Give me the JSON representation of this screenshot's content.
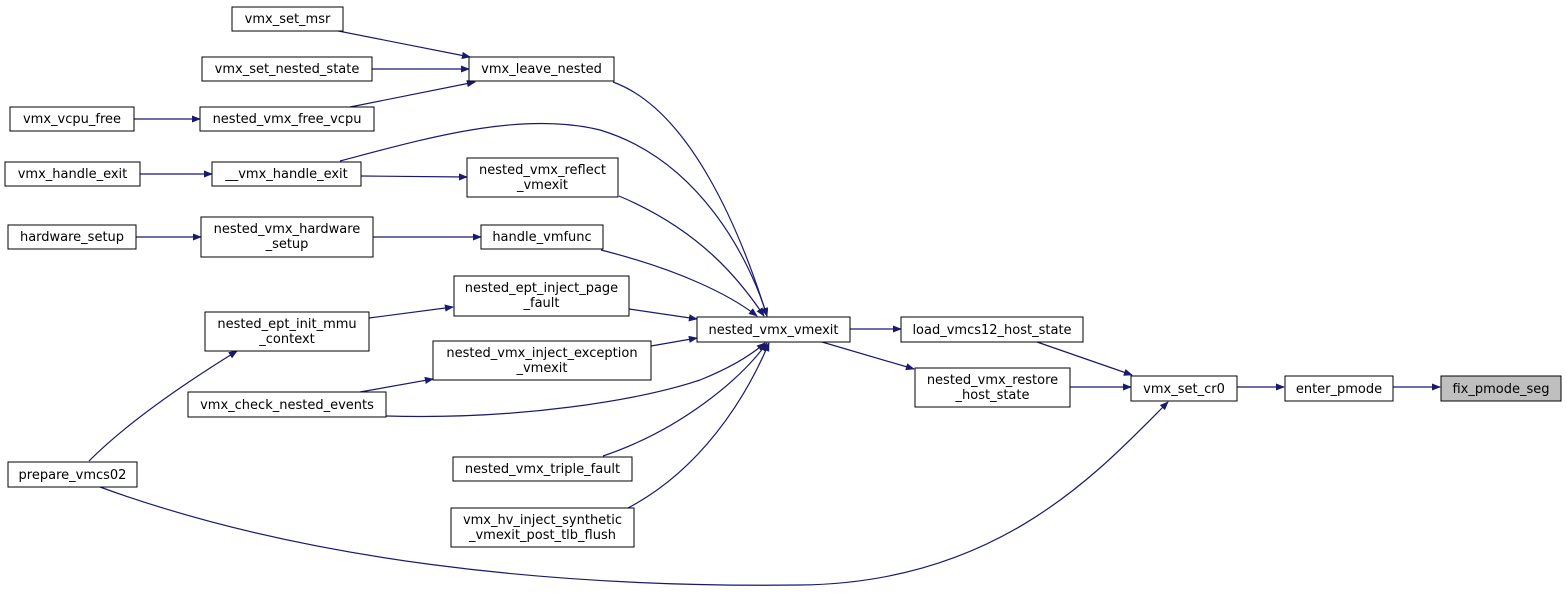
{
  "colors": {
    "edge": "#191970",
    "node_border": "#000000",
    "highlight_fill": "#bfbfbf",
    "node_fill": "#ffffff"
  },
  "nodes": {
    "vmx_set_msr": {
      "lines": [
        "vmx_set_msr"
      ]
    },
    "vmx_set_nested_state": {
      "lines": [
        "vmx_set_nested_state"
      ]
    },
    "vmx_vcpu_free": {
      "lines": [
        "vmx_vcpu_free"
      ]
    },
    "nested_vmx_free_vcpu": {
      "lines": [
        "nested_vmx_free_vcpu"
      ]
    },
    "vmx_leave_nested": {
      "lines": [
        "vmx_leave_nested"
      ]
    },
    "vmx_handle_exit": {
      "lines": [
        "vmx_handle_exit"
      ]
    },
    "__vmx_handle_exit": {
      "lines": [
        "__vmx_handle_exit"
      ]
    },
    "nested_vmx_reflect_vmexit": {
      "lines": [
        "nested_vmx_reflect",
        "_vmexit"
      ]
    },
    "hardware_setup": {
      "lines": [
        "hardware_setup"
      ]
    },
    "nested_vmx_hardware_setup": {
      "lines": [
        "nested_vmx_hardware",
        "_setup"
      ]
    },
    "handle_vmfunc": {
      "lines": [
        "handle_vmfunc"
      ]
    },
    "nested_ept_inject_page_fault": {
      "lines": [
        "nested_ept_inject_page",
        "_fault"
      ]
    },
    "nested_ept_init_mmu_context": {
      "lines": [
        "nested_ept_init_mmu",
        "_context"
      ]
    },
    "nested_vmx_inject_exception_vmexit": {
      "lines": [
        "nested_vmx_inject_exception",
        "_vmexit"
      ]
    },
    "vmx_check_nested_events": {
      "lines": [
        "vmx_check_nested_events"
      ]
    },
    "nested_vmx_triple_fault": {
      "lines": [
        "nested_vmx_triple_fault"
      ]
    },
    "vmx_hv_inject_synthetic_vmexit_post_tlb_flush": {
      "lines": [
        "vmx_hv_inject_synthetic",
        "_vmexit_post_tlb_flush"
      ]
    },
    "prepare_vmcs02": {
      "lines": [
        "prepare_vmcs02"
      ]
    },
    "nested_vmx_vmexit": {
      "lines": [
        "nested_vmx_vmexit"
      ]
    },
    "load_vmcs12_host_state": {
      "lines": [
        "load_vmcs12_host_state"
      ]
    },
    "nested_vmx_restore_host_state": {
      "lines": [
        "nested_vmx_restore",
        "_host_state"
      ]
    },
    "vmx_set_cr0": {
      "lines": [
        "vmx_set_cr0"
      ]
    },
    "enter_pmode": {
      "lines": [
        "enter_pmode"
      ]
    },
    "fix_pmode_seg": {
      "lines": [
        "fix_pmode_seg"
      ]
    }
  }
}
